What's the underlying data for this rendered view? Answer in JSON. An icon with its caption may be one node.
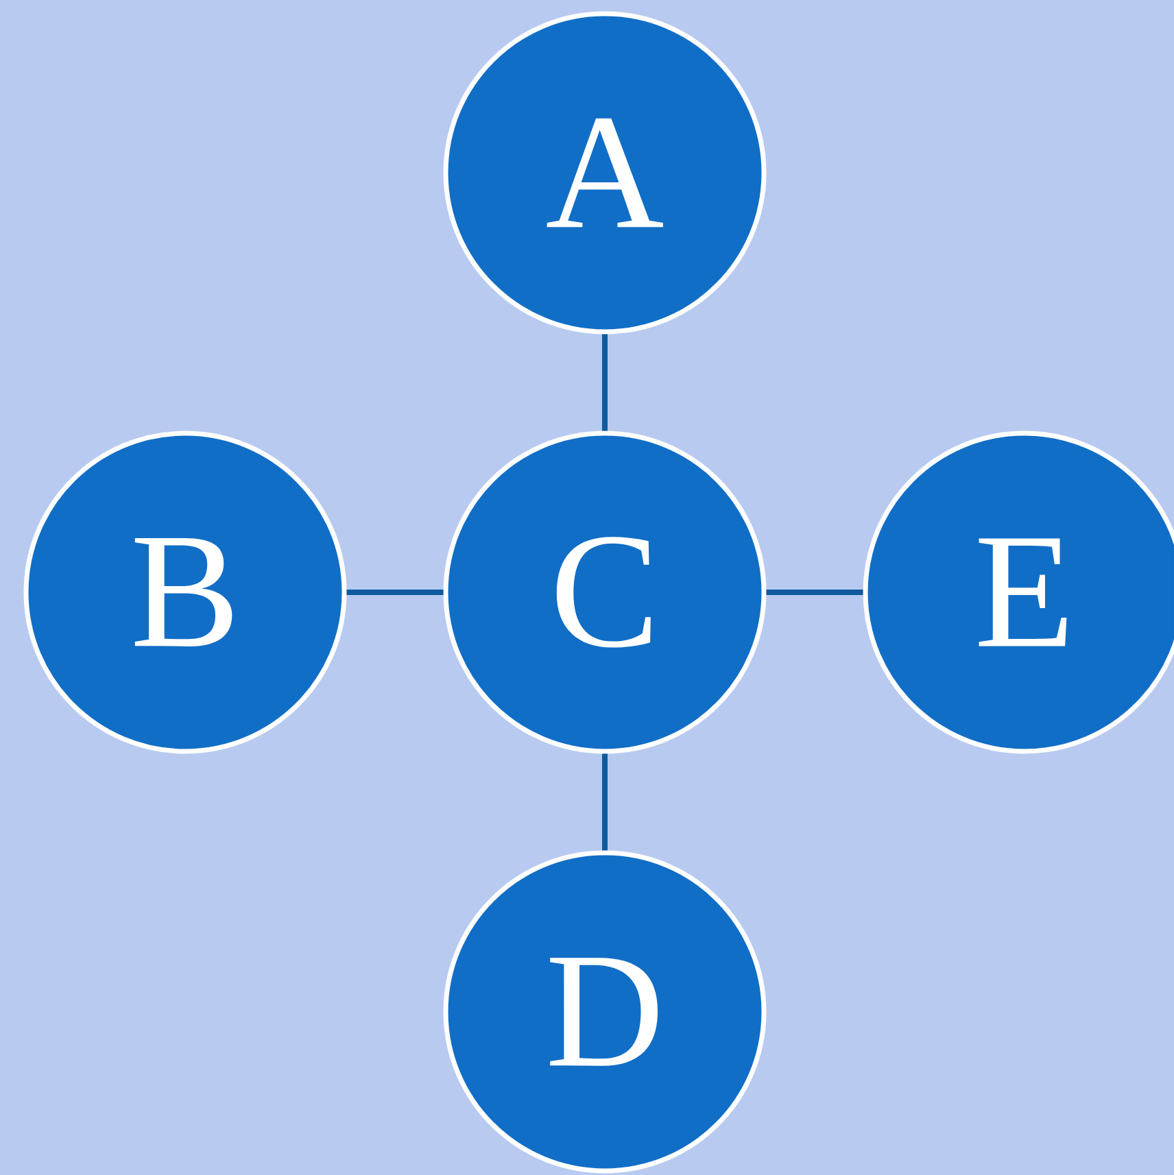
{
  "diagram": {
    "nodes": [
      {
        "text": [
          "A"
        ]
      },
      {
        "text": [
          "B"
        ]
      },
      {
        "text": [
          "C"
        ]
      },
      {
        "text": [
          "E"
        ]
      },
      {
        "text": [
          "D"
        ]
      }
    ],
    "edges": [
      {
        "from": 2,
        "to": 0,
        "arrow": "none"
      },
      {
        "from": 1,
        "to": 2,
        "arrow": "none"
      },
      {
        "from": 2,
        "to": 3,
        "arrow": "none"
      },
      {
        "from": 2,
        "to": 4,
        "arrow": "none"
      }
    ]
  }
}
